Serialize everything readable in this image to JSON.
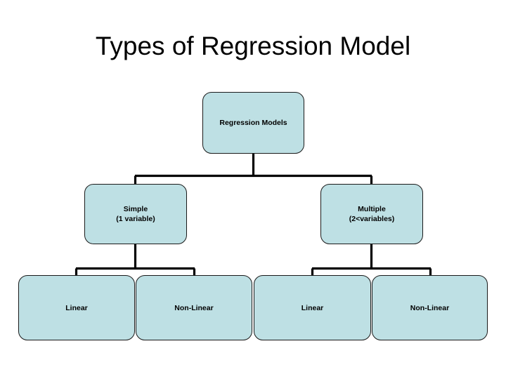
{
  "slide": {
    "title": "Types of Regression Model",
    "background_color": "#ffffff"
  },
  "theme": {
    "node_fill": "#bee0e4",
    "node_border": "#1a1a1a",
    "connector_color": "#000000",
    "text_color": "#000000"
  },
  "diagram": {
    "type": "tree",
    "levels": 3,
    "nodes": {
      "root": {
        "label": "Regression Models",
        "level": 1
      },
      "simple": {
        "label": "Simple\n(1 variable)",
        "line1": "Simple",
        "line2": "(1 variable)",
        "level": 2
      },
      "multiple": {
        "label": "Multiple\n(2<variables)",
        "line1": "Multiple",
        "line2": "(2<variables)",
        "level": 2
      },
      "simple_linear": {
        "label": "Linear",
        "level": 3
      },
      "simple_nonlinear": {
        "label": "Non-Linear",
        "level": 3
      },
      "multiple_linear": {
        "label": "Linear",
        "level": 3
      },
      "multiple_nonlinear": {
        "label": "Non-Linear",
        "level": 3
      }
    },
    "edges": [
      {
        "from": "root",
        "to": "simple"
      },
      {
        "from": "root",
        "to": "multiple"
      },
      {
        "from": "simple",
        "to": "simple_linear"
      },
      {
        "from": "simple",
        "to": "simple_nonlinear"
      },
      {
        "from": "multiple",
        "to": "multiple_linear"
      },
      {
        "from": "multiple",
        "to": "multiple_nonlinear"
      }
    ]
  }
}
